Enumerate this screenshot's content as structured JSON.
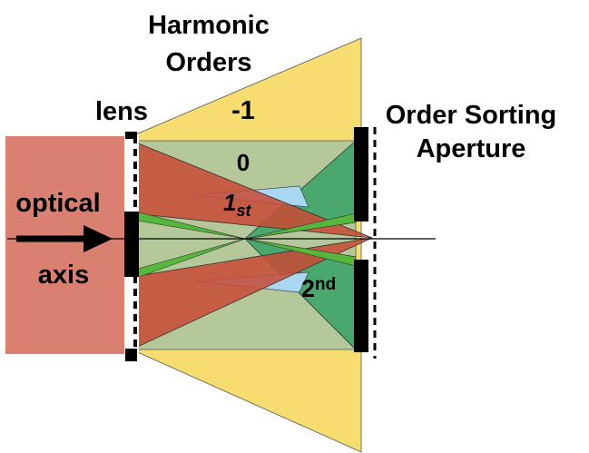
{
  "labels": {
    "harmonic_orders_line1": "Harmonic",
    "harmonic_orders_line2": "Orders",
    "lens": "lens",
    "order_minus1": "-1",
    "order_zero": "0",
    "order_first": "1",
    "order_first_sup": "st",
    "order_second": "2",
    "order_second_sup": "nd",
    "optical": "optical",
    "axis": "axis",
    "aperture_line1": "Order Sorting",
    "aperture_line2": "Aperture"
  },
  "colors": {
    "beam_block": "#d98070",
    "yellow_cone": "#f7dc6f",
    "zero_order": "#b5c89a",
    "first_order": "#c84a36",
    "second_order": "#4aa86e",
    "green_cross": "#55b83a",
    "light_blue": "#a9d6f0"
  }
}
